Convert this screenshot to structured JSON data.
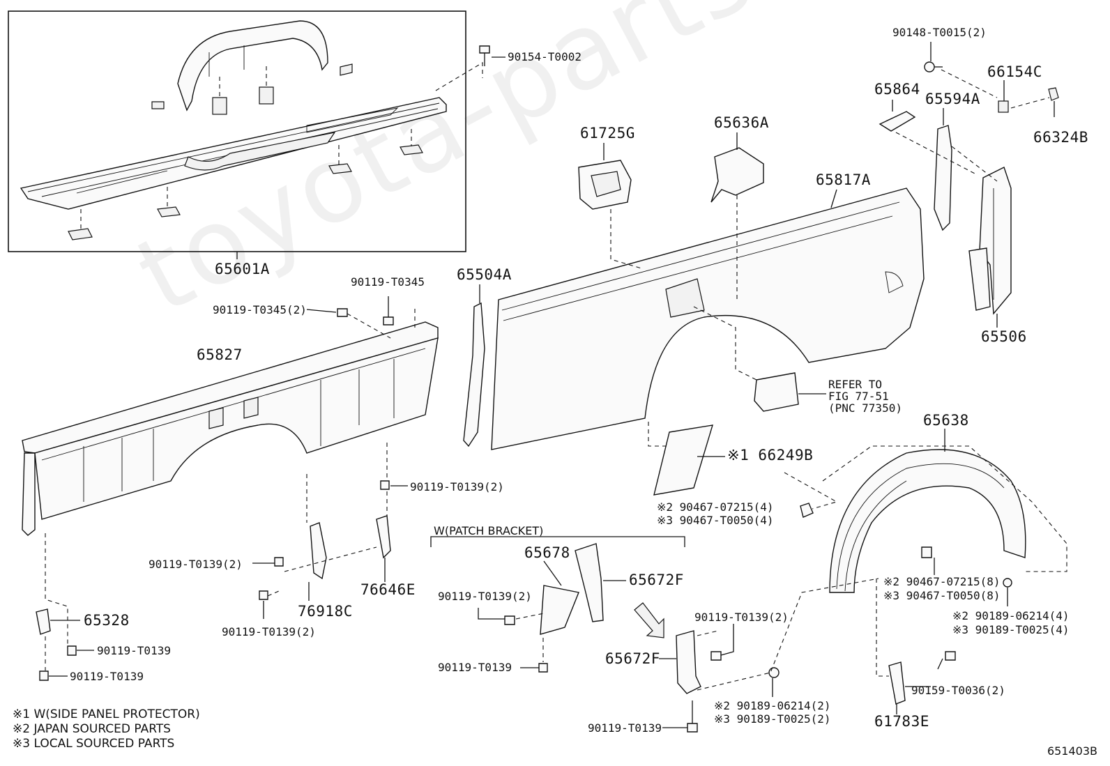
{
  "diagram_id": "651403B",
  "watermark": "toyota-parts.ru",
  "group_box_label": "W(PATCH BRACKET)",
  "refer_note": "REFER TO\nFIG 77-51\n(PNC 77350)",
  "legend": [
    "※1 W(SIDE PANEL PROTECTOR)",
    "※2 JAPAN SOURCED PARTS",
    "※3 LOCAL SOURCED PARTS"
  ],
  "callouts": [
    {
      "id": "65601A",
      "big": true
    },
    {
      "id": "90154-T0002",
      "big": false
    },
    {
      "id": "90148-T0015(2)",
      "big": false
    },
    {
      "id": "66154C",
      "big": true
    },
    {
      "id": "65864",
      "big": true
    },
    {
      "id": "65594A",
      "big": true
    },
    {
      "id": "66324B",
      "big": true
    },
    {
      "id": "61725G",
      "big": true
    },
    {
      "id": "65636A",
      "big": true
    },
    {
      "id": "65817A",
      "big": true
    },
    {
      "id": "65506",
      "big": true
    },
    {
      "id": "90119-T0345",
      "big": false
    },
    {
      "id": "90119-T0345(2)",
      "big": false
    },
    {
      "id": "65504A",
      "big": true
    },
    {
      "id": "65827",
      "big": true
    },
    {
      "id": "65638",
      "big": true
    },
    {
      "id": "※1 66249B",
      "big": true
    },
    {
      "id": "90119-T0139(2)",
      "big": false
    },
    {
      "id": "※2 90467-07215(4)",
      "big": false
    },
    {
      "id": "※3 90467-T0050(4)",
      "big": false
    },
    {
      "id": "65678",
      "big": true
    },
    {
      "id": "65672F",
      "big": true
    },
    {
      "id": "90119-T0139(2)",
      "big": false
    },
    {
      "id": "76918C",
      "big": true
    },
    {
      "id": "76646E",
      "big": true
    },
    {
      "id": "90119-T0139(2)",
      "big": false
    },
    {
      "id": "90119-T0139(2)",
      "big": false
    },
    {
      "id": "※2 90467-07215(8)",
      "big": false
    },
    {
      "id": "※3 90467-T0050(8)",
      "big": false
    },
    {
      "id": "65328",
      "big": true
    },
    {
      "id": "90119-T0139(2)",
      "big": false
    },
    {
      "id": "※2 90189-06214(4)",
      "big": false
    },
    {
      "id": "※3 90189-T0025(4)",
      "big": false
    },
    {
      "id": "90119-T0139",
      "big": false
    },
    {
      "id": "90119-T0139",
      "big": false
    },
    {
      "id": "90119-T0139",
      "big": false
    },
    {
      "id": "65672F",
      "big": true
    },
    {
      "id": "90159-T0036(2)",
      "big": false
    },
    {
      "id": "※2 90189-06214(2)",
      "big": false
    },
    {
      "id": "※3 90189-T0025(2)",
      "big": false
    },
    {
      "id": "61783E",
      "big": true
    },
    {
      "id": "90119-T0139",
      "big": false
    }
  ]
}
